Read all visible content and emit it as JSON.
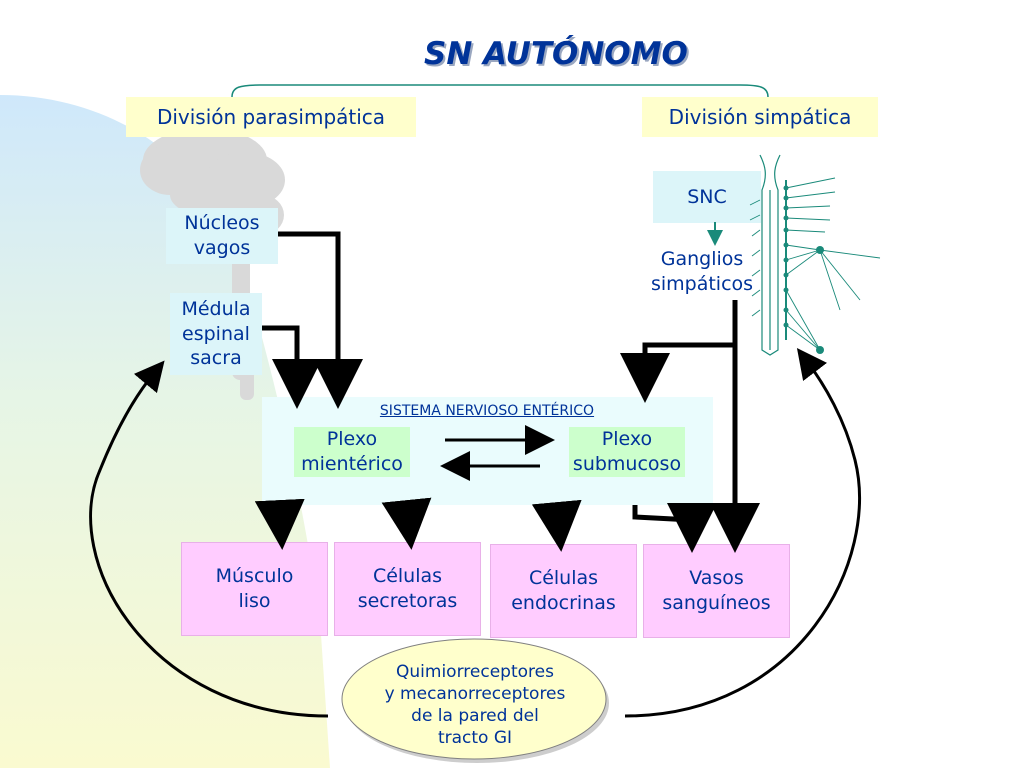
{
  "title": "SN AUTÓNOMO",
  "divisions": {
    "parasympathetic": "División parasimpática",
    "sympathetic": "División simpática"
  },
  "parasympathetic_sources": {
    "vagal_nuclei": "Núcleos\nvagos",
    "sacral_cord": "Médula\nespinal\nsacra"
  },
  "sympathetic_sources": {
    "cns": "SNC",
    "ganglia": "Ganglios\nsimpáticos"
  },
  "enteric": {
    "label": "SISTEMA NERVIOSO ENTÉRICO",
    "myenteric": "Plexo\nmientérico",
    "submucosal": "Plexo\nsubmucoso"
  },
  "targets": {
    "smooth_muscle": "Músculo\nliso",
    "secretory_cells": "Células\nsecretoras",
    "endocrine_cells": "Células\nendocrinas",
    "blood_vessels": "Vasos\nsanguíneos"
  },
  "receptors": "Quimiorreceptores\ny mecanorreceptores\nde la pared del\ntracto GI",
  "colors": {
    "text": "#003399",
    "yellow_box": "#ffffcc",
    "pink_box": "#ffccff",
    "mint_box": "#ccffcc",
    "enteric_box": "#dcf5f9",
    "teal_line": "#1a8a7a"
  }
}
